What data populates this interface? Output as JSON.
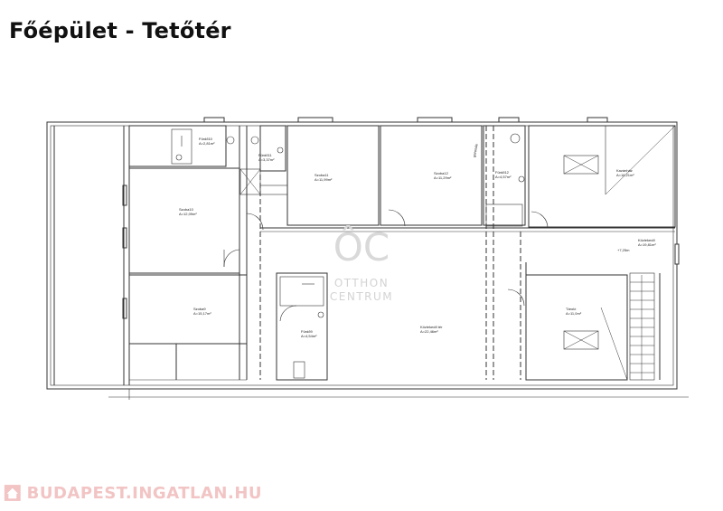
{
  "page_title": "Főépület - Tetőtér",
  "watermark": {
    "monogram": "ÔC",
    "line1": "OTTHON",
    "line2": "CENTRUM"
  },
  "rooms": {
    "furdo10": {
      "name": "Fürdő10",
      "area": "A=2,81m²"
    },
    "furdo11": {
      "name": "Fürdő11",
      "area": "A=3,37m²"
    },
    "szoba11": {
      "name": "Szoba11",
      "area": "A=11,99m²"
    },
    "szoba12": {
      "name": "Szoba12",
      "area": "A=11,29m²"
    },
    "furdo12": {
      "name": "Fürdő12",
      "area": "A=4,57m²"
    },
    "szoba10": {
      "name": "Szoba10",
      "area": "A=12,09m²"
    },
    "kazan": {
      "name": "Kazánház",
      "area": "A=16,21m²"
    },
    "kozlekedo": {
      "name": "Közlekedő",
      "area": "A=19,81m²"
    },
    "szoba9": {
      "name": "Szoba9",
      "area": "A=15,17m²"
    },
    "furdo9": {
      "name": "Fürdő9",
      "area": "A=4,54m²"
    },
    "kozlekedo_ter": {
      "name": "Közlekedő tér",
      "area": "A=22,46m²"
    },
    "tarolo": {
      "name": "Tároló",
      "area": "A=11,0m²"
    },
    "level": "+7,25m",
    "gerenda": "gerenda"
  },
  "footer": {
    "brand": "BUDAPEST.INGATLAN.HU",
    "icon": "house-icon"
  },
  "colors": {
    "lines": "#333333",
    "watermark": "#d9d9d9",
    "brand": "#f2c4c4"
  }
}
